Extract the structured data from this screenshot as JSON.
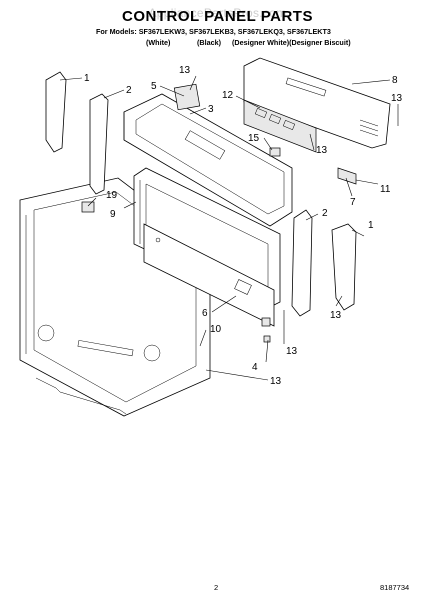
{
  "header": {
    "watermark": "AppliancePartsPros.com",
    "title": "CONTROL PANEL PARTS",
    "models_line": "For Models: SF367LEKW3, SF367LEKB3, SF367LEKQ3, SF367LEKT3",
    "colors": [
      "(White)",
      "(Black)",
      "(Designer White)(Designer Biscuit)"
    ]
  },
  "callouts": [
    "1",
    "2",
    "13",
    "5",
    "8",
    "3",
    "12",
    "13",
    "15",
    "13",
    "19",
    "9",
    "7",
    "11",
    "2",
    "1",
    "6",
    "10",
    "13",
    "4",
    "13",
    "13"
  ],
  "footer": {
    "page_number": "2",
    "doc_number": "8187734"
  }
}
